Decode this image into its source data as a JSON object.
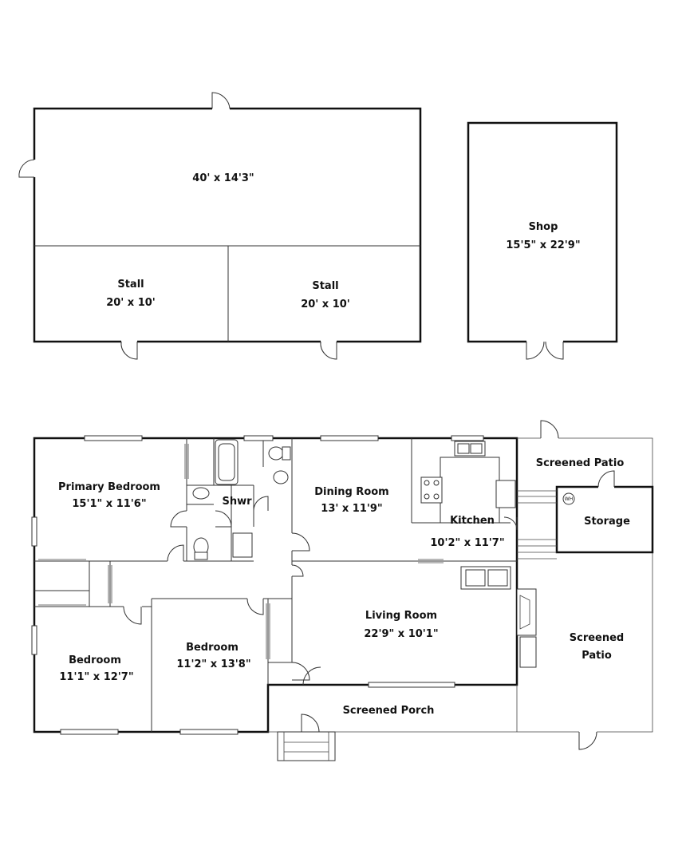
{
  "barn": {
    "main_area": {
      "dims": "40' x 14'3\""
    },
    "stall_left": {
      "name": "Stall",
      "dims": "20' x 10'"
    },
    "stall_right": {
      "name": "Stall",
      "dims": "20' x 10'"
    }
  },
  "shop": {
    "name": "Shop",
    "dims": "15'5\" x 22'9\""
  },
  "house": {
    "rooms": {
      "primary_bedroom": {
        "name": "Primary Bedroom",
        "dims": "15'1\" x 11'6\""
      },
      "shower": {
        "name": "Shwr"
      },
      "dining_room": {
        "name": "Dining Room",
        "dims": "13' x 11'9\""
      },
      "kitchen": {
        "name": "Kitchen",
        "dims": "10'2\" x 11'7\""
      },
      "screened_patio_top": {
        "name": "Screened  Patio"
      },
      "storage": {
        "name": "Storage"
      },
      "water_heater": {
        "name": "WH"
      },
      "living_room": {
        "name": "Living Room",
        "dims": "22'9\" x 10'1\""
      },
      "screened_patio_right": {
        "line1": "Screened",
        "line2": "Patio"
      },
      "bedroom_left": {
        "name": "Bedroom",
        "dims": "11'1\" x 12'7\""
      },
      "bedroom_middle": {
        "name": "Bedroom",
        "dims": "11'2\" x 13'8\""
      },
      "screened_porch": {
        "name": "Screened Porch"
      }
    }
  }
}
